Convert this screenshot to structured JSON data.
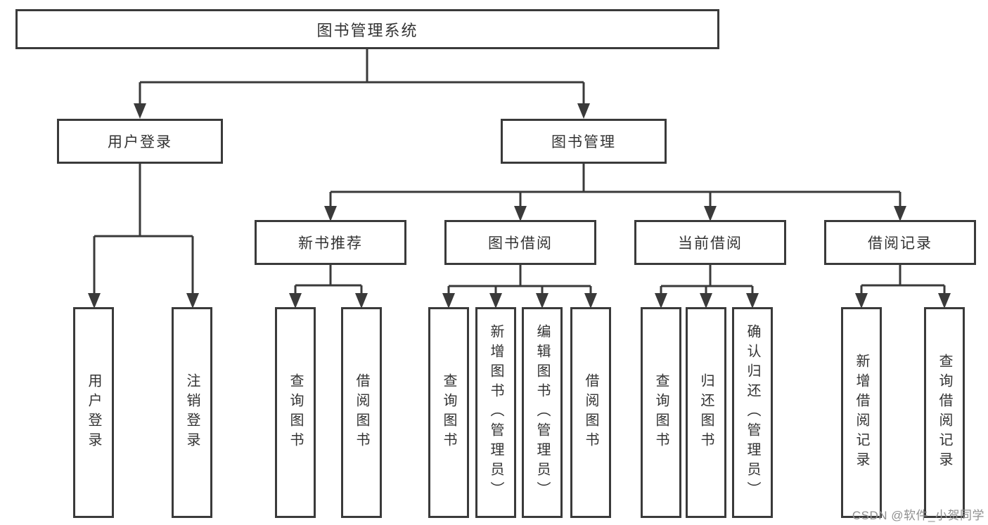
{
  "diagram": {
    "type": "hierarchy-tree",
    "colors": {
      "line": "#3a3a3a",
      "box_border": "#3a3a3a",
      "text": "#333333",
      "watermark": "#8f8f8f",
      "background": "#ffffff"
    },
    "tree": {
      "label": "图书管理系统",
      "children": [
        {
          "label": "用户登录",
          "children": [
            {
              "label": "用户登录"
            },
            {
              "label": "注销登录"
            }
          ]
        },
        {
          "label": "图书管理",
          "children": [
            {
              "label": "新书推荐",
              "children": [
                {
                  "label": "查询图书"
                },
                {
                  "label": "借阅图书"
                }
              ]
            },
            {
              "label": "图书借阅",
              "children": [
                {
                  "label": "查询图书"
                },
                {
                  "label": "新增图书（管理员）"
                },
                {
                  "label": "编辑图书（管理员）"
                },
                {
                  "label": "借阅图书"
                }
              ]
            },
            {
              "label": "当前借阅",
              "children": [
                {
                  "label": "查询图书"
                },
                {
                  "label": "归还图书"
                },
                {
                  "label": "确认归还（管理员）"
                }
              ]
            },
            {
              "label": "借阅记录",
              "children": [
                {
                  "label": "新增借阅记录"
                },
                {
                  "label": "查询借阅记录"
                }
              ]
            }
          ]
        }
      ]
    },
    "watermark": {
      "text": "CSDN @软件_小贺同学"
    }
  }
}
